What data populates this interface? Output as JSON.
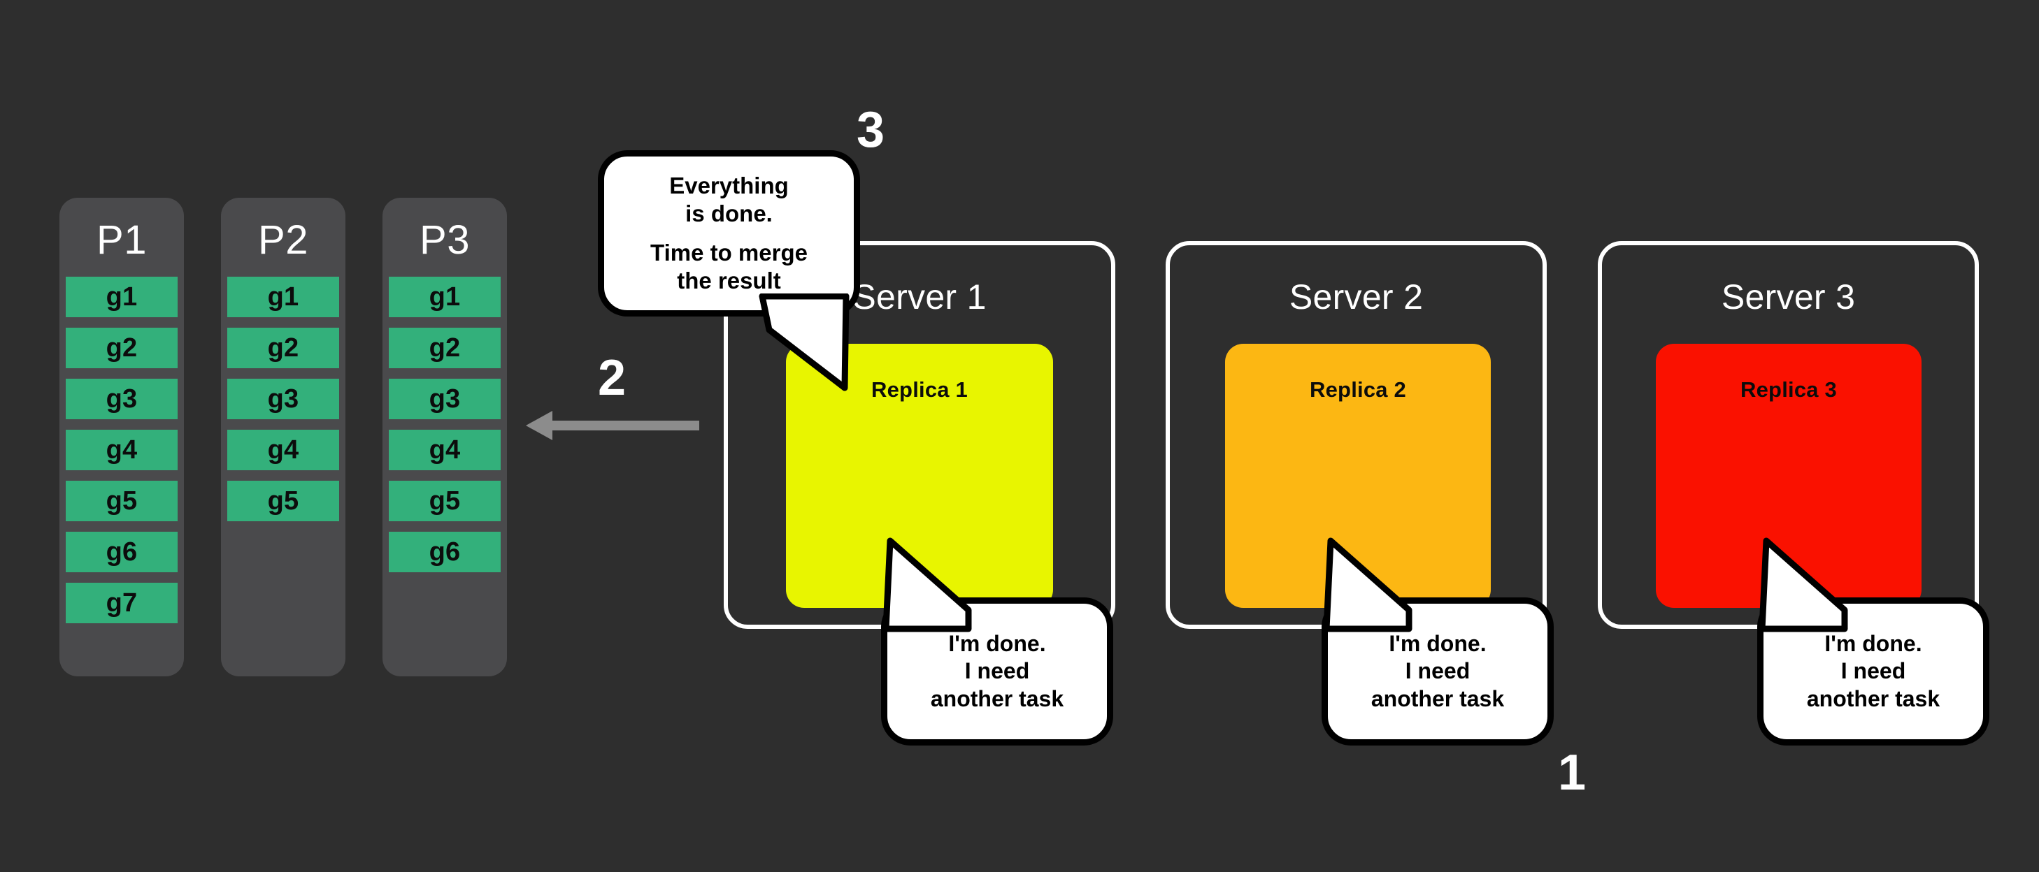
{
  "theme": {
    "background": "#2e2e2e",
    "column_bg": "#4a4a4c",
    "block_green": "#33b07b",
    "replica_yellow": "#e8f500",
    "replica_orange": "#fcb713",
    "replica_red": "#fa1100",
    "outline_white": "#ffffff",
    "bubble_fill": "#ffffff",
    "bubble_stroke": "#000000",
    "arrow_gray": "#8c8c8c",
    "text_white": "#ffffff",
    "text_black": "#000000"
  },
  "partitions": [
    {
      "title": "P1",
      "blocks": [
        "g1",
        "g2",
        "g3",
        "g4",
        "g5",
        "g6",
        "g7"
      ]
    },
    {
      "title": "P2",
      "blocks": [
        "g1",
        "g2",
        "g3",
        "g4",
        "g5"
      ]
    },
    {
      "title": "P3",
      "blocks": [
        "g1",
        "g2",
        "g3",
        "g4",
        "g5",
        "g6"
      ]
    }
  ],
  "servers": [
    {
      "title": "Server 1",
      "replica_label": "Replica 1",
      "replica_color": "#e8f500"
    },
    {
      "title": "Server 2",
      "replica_label": "Replica 2",
      "replica_color": "#fcb713"
    },
    {
      "title": "Server 3",
      "replica_label": "Replica 3",
      "replica_color": "#fa1100"
    }
  ],
  "bubbles": {
    "merge": {
      "lines": [
        "Everything",
        "is done.",
        "Time to merge",
        "the result"
      ]
    },
    "worker": {
      "lines": [
        "I'm done.",
        "I need",
        "another task"
      ]
    }
  },
  "steps": {
    "one": "1",
    "two": "2",
    "three": "3"
  },
  "arrow": {
    "direction": "left",
    "name": "merge-flow-arrow"
  }
}
